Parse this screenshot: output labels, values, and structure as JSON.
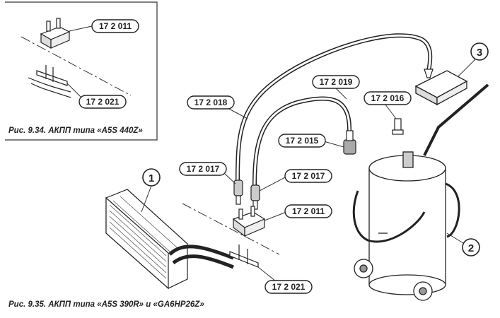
{
  "inset_caption": "Рис. 9.34. АКПП типа «A5S 440Z»",
  "main_caption": "Рис. 9.35. АКПП типа «A5S 390R» и «GA6HP26Z»",
  "part_tags": {
    "inset_adapter_top": "17 2 011",
    "inset_adapter_bottom": "17 2 021",
    "hose_long": "17 2 018",
    "hose_short": "17 2 019",
    "coupling_tank": "17 2 016",
    "coupling_small": "17 2 015",
    "fitting_left": "17 2 017",
    "fitting_right": "17 2 017",
    "adapter_block": "17 2 011",
    "adapter_bracket": "17 2 021"
  },
  "callouts": {
    "radiator": "1",
    "tank": "2",
    "tray": "3"
  }
}
